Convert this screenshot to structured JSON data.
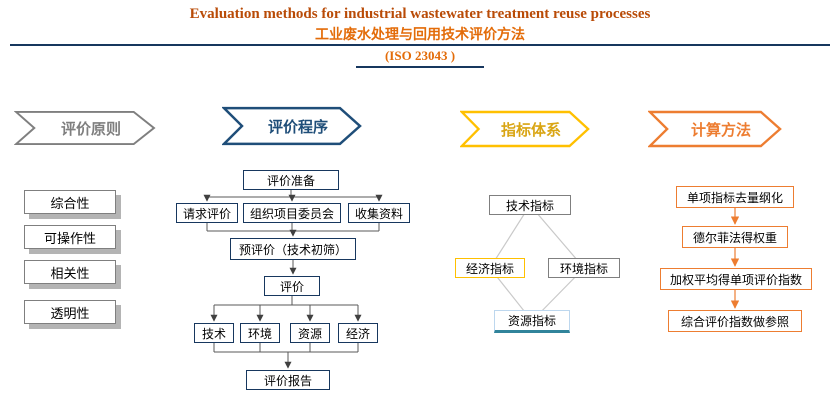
{
  "title": {
    "english": "Evaluation methods for industrial wastewater treatment reuse processes",
    "chinese": "工业废水处理与回用技术评价方法",
    "iso": "(ISO 23043 )"
  },
  "principles": {
    "banner": "评价原则",
    "items": [
      "综合性",
      "可操作性",
      "相关性",
      "透明性"
    ]
  },
  "procedure": {
    "banner": "评价程序",
    "prepare": "评价准备",
    "branch": [
      "请求评价",
      "组织项目委员会",
      "收集资料"
    ],
    "pre_eval": "预评价（技术初筛）",
    "evaluate": "评价",
    "aspects": [
      "技术",
      "环境",
      "资源",
      "经济"
    ],
    "report": "评价报告"
  },
  "indicators": {
    "banner": "指标体系",
    "top": "技术指标",
    "left": "经济指标",
    "right": "环境指标",
    "bottom": "资源指标"
  },
  "calculation": {
    "banner": "计算方法",
    "steps": [
      "单项指标去量纲化",
      "德尔菲法得权重",
      "加权平均得单项评价指数",
      "综合评价指数做参照"
    ]
  },
  "colors": {
    "title_english": "#b94b07",
    "title_chinese": "#e36c09",
    "rule_navy": "#17375e",
    "gray": "#7f7f7f",
    "navy": "#1f4e79",
    "yellow": "#ffc000",
    "gold_text": "#d9a514",
    "orange": "#ed7d31",
    "teal": "#31849b"
  }
}
